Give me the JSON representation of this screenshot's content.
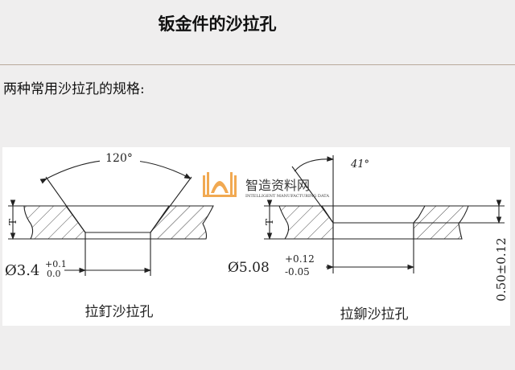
{
  "page": {
    "title": "钣金件的沙拉孔",
    "subtitle": "两种常用沙拉孔的规格:"
  },
  "drawing_left": {
    "angle": "120°",
    "thickness_label": "T",
    "diameter": "Ø3.4",
    "tol_upper": "+0.1",
    "tol_lower": "0.0",
    "caption": "拉釘沙拉孔"
  },
  "drawing_right": {
    "angle": "41°",
    "thickness_label": "T",
    "diameter": "Ø5.08",
    "tol_upper": "+0.12",
    "tol_lower": "-0.05",
    "depth": "0.50±0.12",
    "caption": "拉鉚沙拉孔"
  },
  "watermark": {
    "name": "智造资料网",
    "tagline": "INTELLIGENT MANUFACTURING DATA",
    "color": "#f0a040"
  }
}
